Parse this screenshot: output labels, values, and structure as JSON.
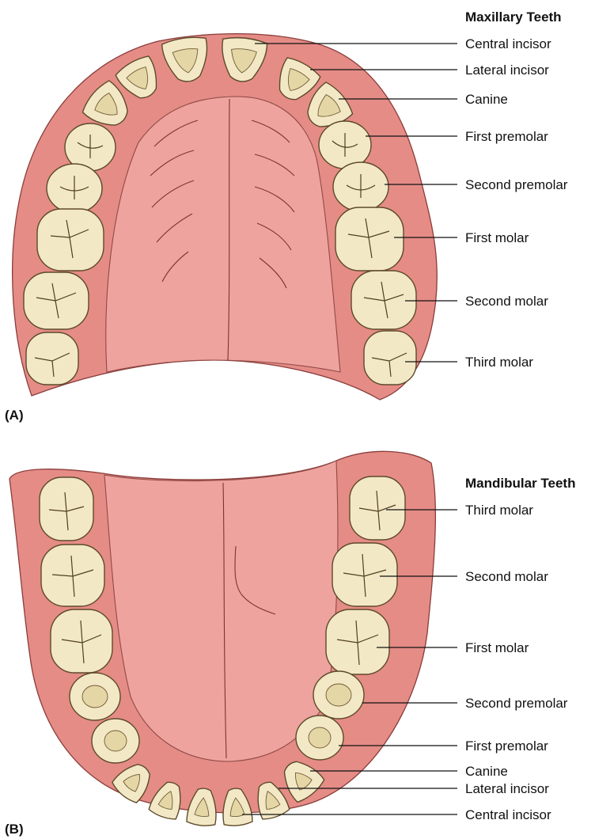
{
  "upper": {
    "panel_label": "(A)",
    "title": "Maxillary Teeth",
    "labels": [
      {
        "text": "Central incisor"
      },
      {
        "text": "Lateral incisor"
      },
      {
        "text": "Canine"
      },
      {
        "text": "First premolar"
      },
      {
        "text": "Second premolar"
      },
      {
        "text": "First molar"
      },
      {
        "text": "Second molar"
      },
      {
        "text": "Third molar"
      }
    ]
  },
  "lower": {
    "panel_label": "(B)",
    "title": "Mandibular Teeth",
    "labels": [
      {
        "text": "Third molar"
      },
      {
        "text": "Second molar"
      },
      {
        "text": "First molar"
      },
      {
        "text": "Second premolar"
      },
      {
        "text": "First premolar"
      },
      {
        "text": "Canine"
      },
      {
        "text": "Lateral incisor"
      },
      {
        "text": "Central incisor"
      }
    ]
  },
  "colors": {
    "gum": "#e58c87",
    "palate": "#efa39e",
    "enamel": "#f3e8c6"
  }
}
